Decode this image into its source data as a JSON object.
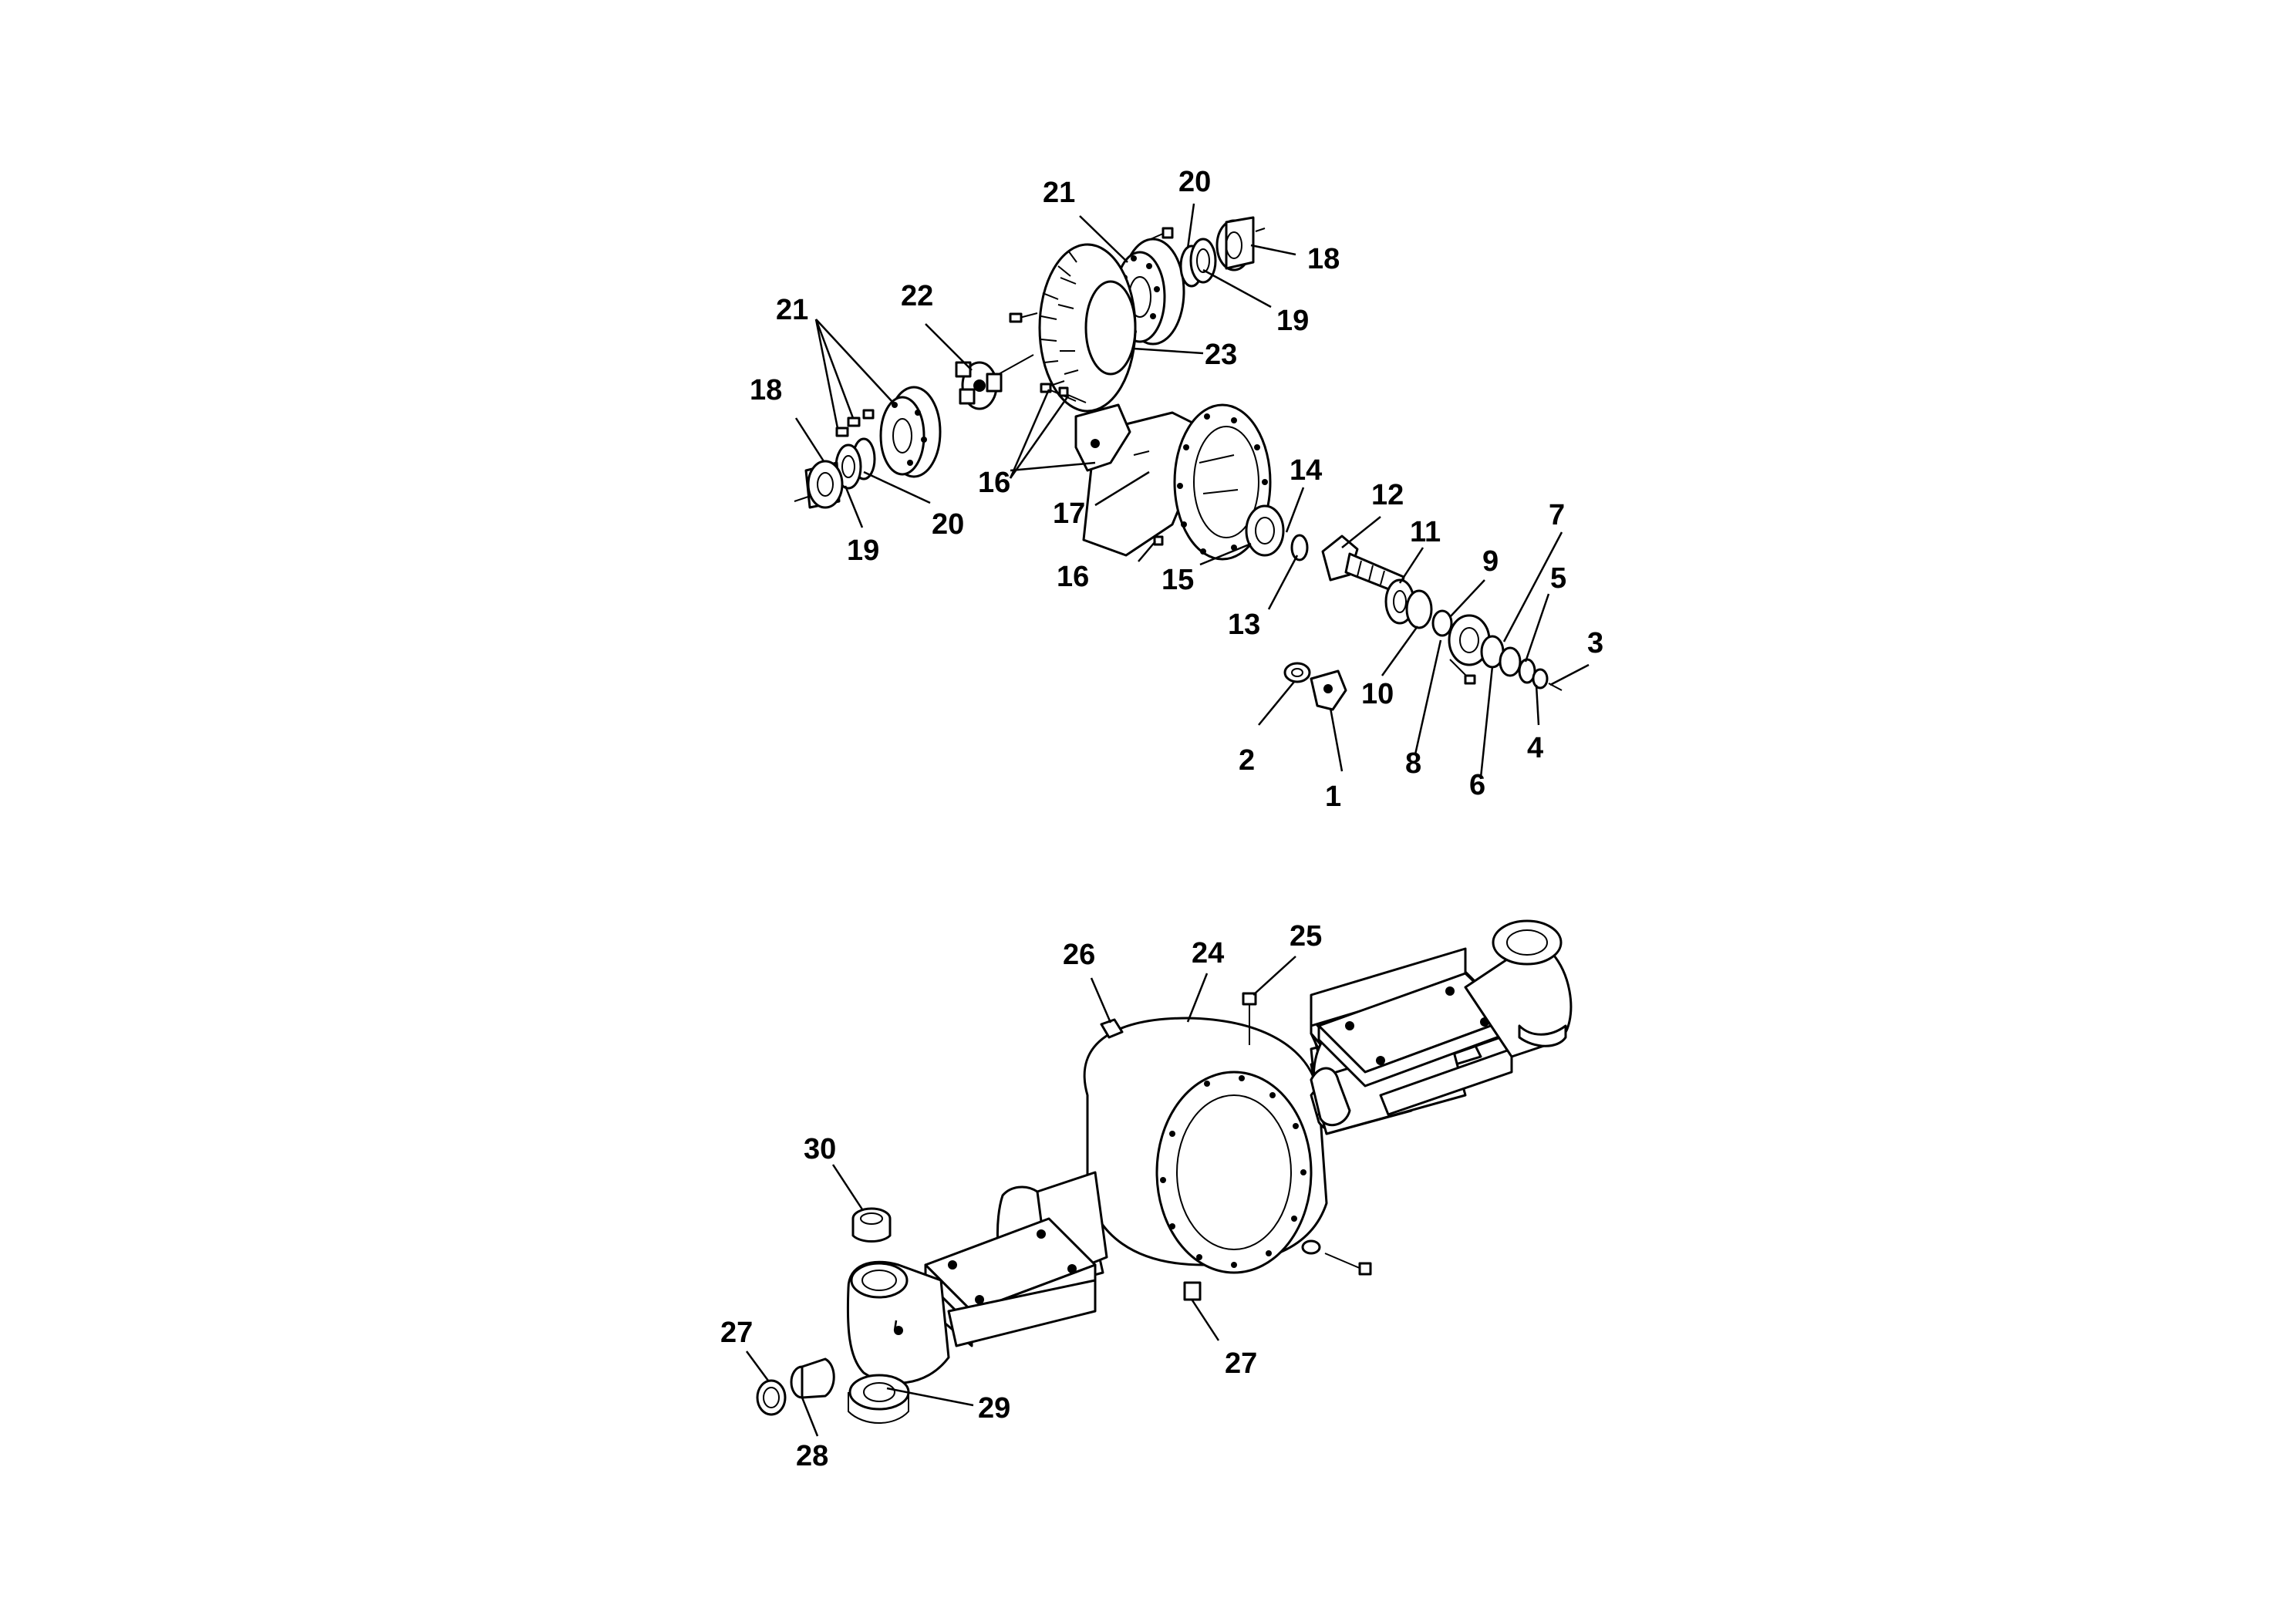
{
  "callouts": {
    "c1": "1",
    "c2": "2",
    "c3": "3",
    "c4": "4",
    "c5": "5",
    "c6": "6",
    "c7": "7",
    "c8": "8",
    "c9": "9",
    "c10": "10",
    "c11": "11",
    "c12": "12",
    "c13": "13",
    "c14": "14",
    "c15": "15",
    "c16a": "16",
    "c16b": "16",
    "c17": "17",
    "c18a": "18",
    "c18b": "18",
    "c19a": "19",
    "c19b": "19",
    "c20a": "20",
    "c20b": "20",
    "c21a": "21",
    "c21b": "21",
    "c22": "22",
    "c23": "23",
    "c24": "24",
    "c25": "25",
    "c26": "26",
    "c27a": "27",
    "c27b": "27",
    "c28": "28",
    "c29": "29",
    "c30": "30"
  }
}
